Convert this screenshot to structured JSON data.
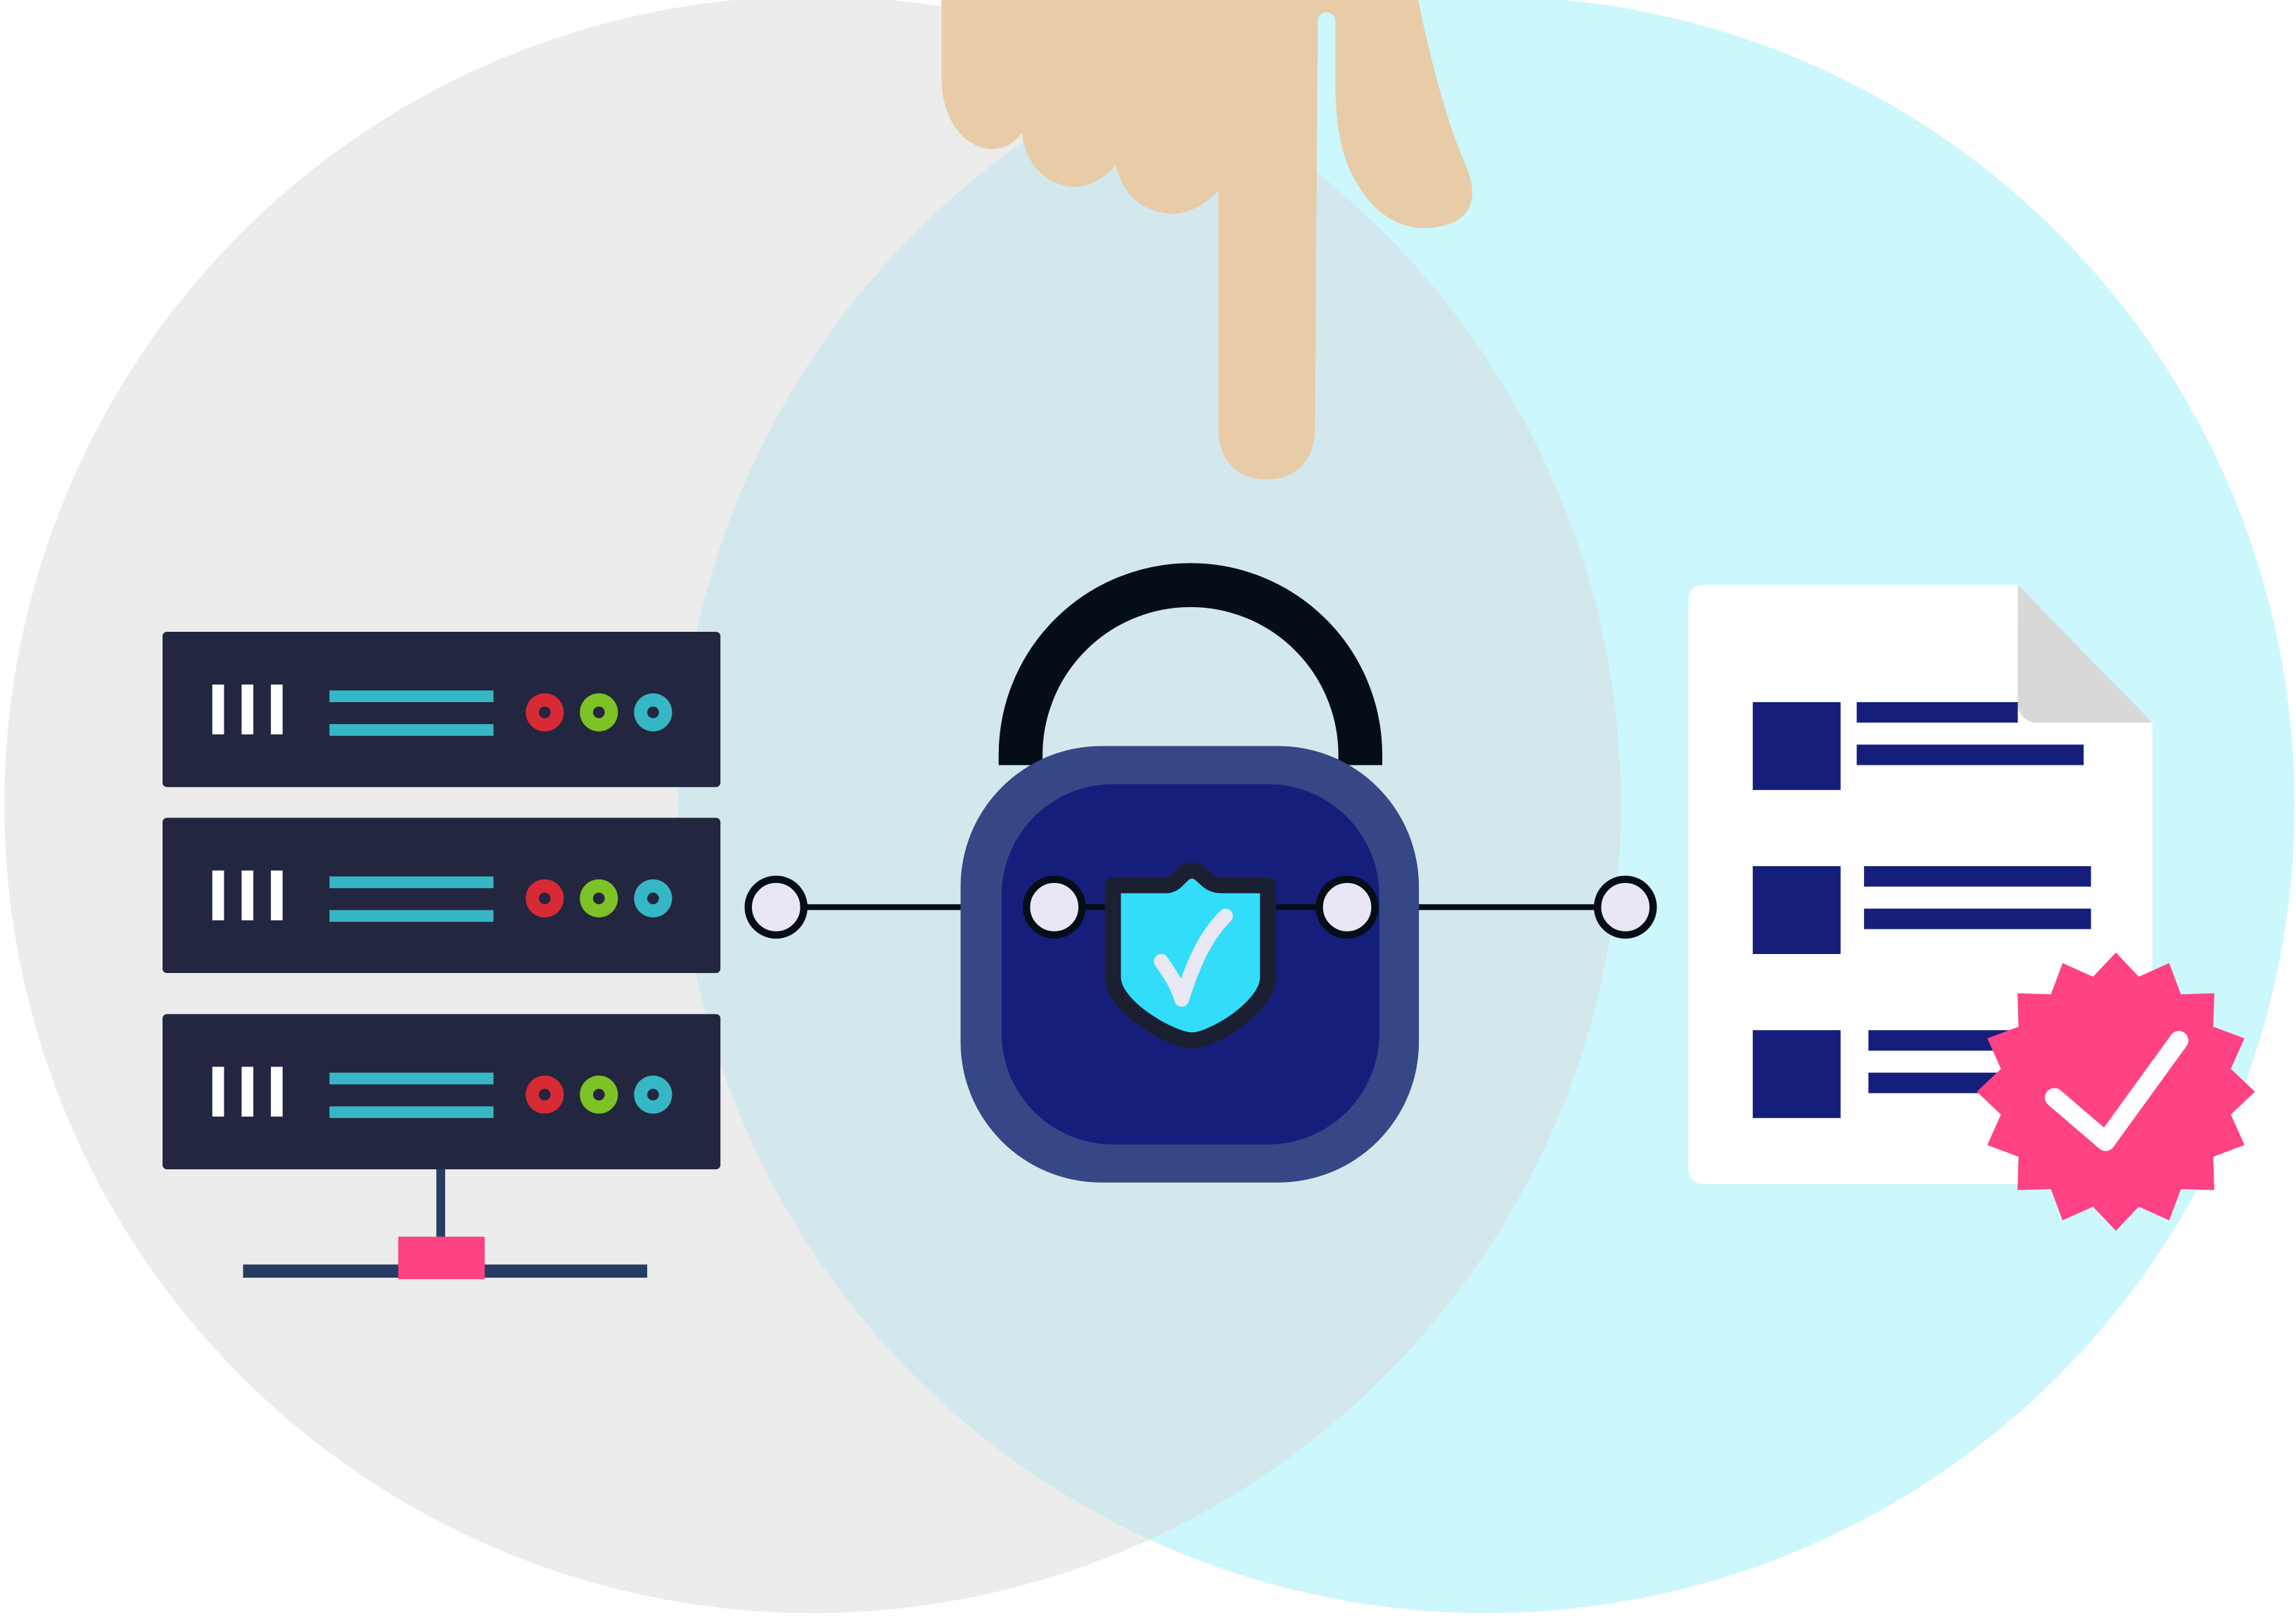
{
  "palette": {
    "background": "#ffffff",
    "left_circle": "#ececec",
    "right_circle": "#ccf7fc",
    "overlap": "#d3e8ec",
    "hand": "#e8cca8",
    "server_body": "#23263f",
    "server_bars": "#ffffff",
    "server_lines": "#36b7c6",
    "led_red": "#d82a35",
    "led_green": "#7ec326",
    "led_teal": "#36b7c6",
    "network_line": "#253d63",
    "network_plug": "#ff4283",
    "lock_shackle": "#050e17",
    "lock_outer": "#364786",
    "lock_inner": "#151f7b",
    "shield_fill": "#33ddfa",
    "shield_outline": "#1a2031",
    "check": "#e8e9f4",
    "node_fill": "#e9e7f5",
    "node_stroke": "#050e17",
    "document_paper": "#ffffff",
    "document_fold": "#d8d8d8",
    "document_marks": "#151f7b",
    "badge": "#ff4283",
    "badge_check": "#ffffff"
  },
  "icons": {
    "hand": "pointing-hand-icon",
    "server": "server-rack-icon",
    "network": "network-connector-icon",
    "lock": "padlock-icon",
    "shield": "shield-check-icon",
    "document": "document-icon",
    "badge": "verified-badge-icon"
  },
  "servers": [
    {
      "leds": [
        "led_red",
        "led_green",
        "led_teal"
      ]
    },
    {
      "leds": [
        "led_red",
        "led_green",
        "led_teal"
      ]
    },
    {
      "leds": [
        "led_red",
        "led_green",
        "led_teal"
      ]
    }
  ],
  "document_rows": 3,
  "connector_nodes": 4
}
